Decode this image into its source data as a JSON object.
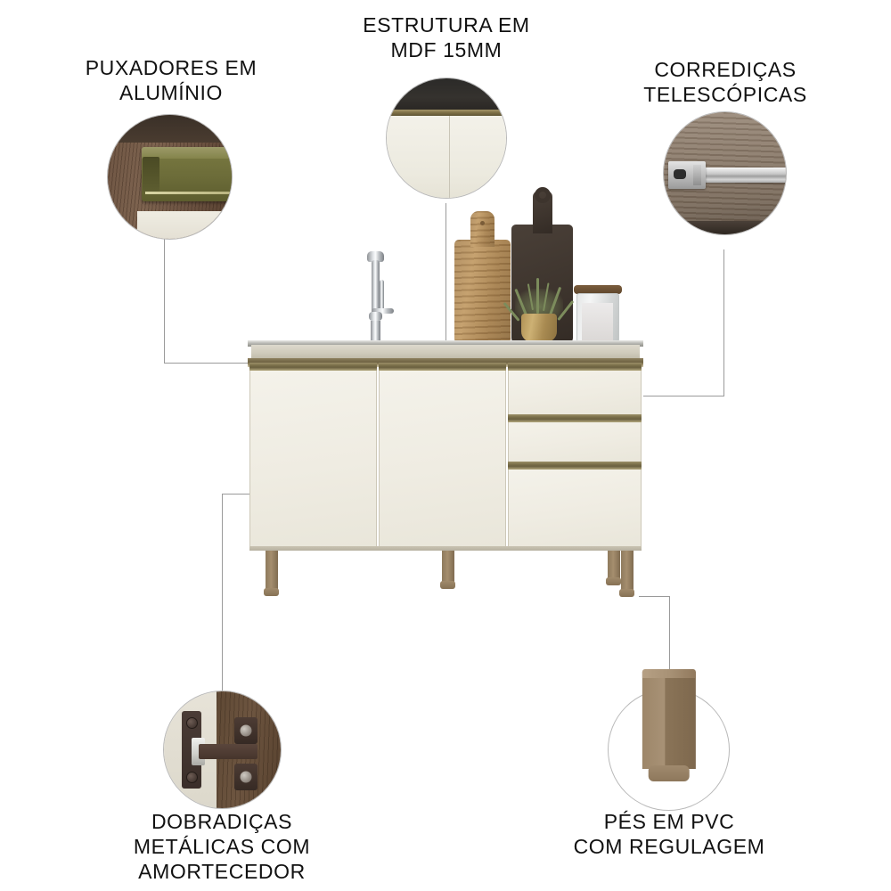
{
  "page": {
    "title": "Balcão de cozinha — destaques do produto",
    "background_color": "#ffffff",
    "text_color": "#111111",
    "line_color": "#9a9a9a",
    "dot_color": "#000000"
  },
  "features": [
    {
      "id": "puxadores",
      "label": "PUXADORES EM\nALUMÍNIO",
      "label_lines": [
        "PUXADORES EM",
        "ALUMÍNIO"
      ],
      "detail_icon": "aluminium-handle-photo",
      "position": "top-left"
    },
    {
      "id": "estrutura",
      "label": "ESTRUTURA EM\nMDF  15MM",
      "label_lines": [
        "ESTRUTURA EM",
        "MDF  15MM"
      ],
      "detail_icon": "mdf-panel-photo",
      "position": "top-center"
    },
    {
      "id": "corredicas",
      "label": "CORREDIÇAS\nTELESCÓPICAS",
      "label_lines": [
        "CORREDIÇAS",
        "TELESCÓPICAS"
      ],
      "detail_icon": "telescopic-slide-photo",
      "position": "top-right"
    },
    {
      "id": "dobradicas",
      "label": "DOBRADIÇAS\nMETÁLICAS COM\nAMORTECEDOR",
      "label_lines": [
        "DOBRADIÇAS",
        "METÁLICAS COM",
        "AMORTECEDOR"
      ],
      "detail_icon": "soft-close-hinge-photo",
      "position": "bottom-left"
    },
    {
      "id": "pes",
      "label": "PÉS EM PVC\nCOM REGULAGEM",
      "label_lines": [
        "PÉS EM PVC",
        "COM REGULAGEM"
      ],
      "detail_icon": "pvc-adjustable-foot-photo",
      "position": "bottom-right"
    }
  ],
  "product": {
    "name": "balcao-de-cozinha",
    "countertop_color": "#cfcabb",
    "door_color": "#f1eee5",
    "handle_color": "#7a6f49",
    "leg_color": "#8e7a5d",
    "doors": 2,
    "drawers": 3,
    "legs": 4,
    "props": [
      {
        "name": "kitchen-faucet",
        "color": "#d5d8db"
      },
      {
        "name": "wooden-cutting-board",
        "color": "#b08d5e"
      },
      {
        "name": "dark-cutting-board",
        "color": "#3d342d"
      },
      {
        "name": "rosemary-plant",
        "color": "#7c8c5c"
      },
      {
        "name": "golden-planter-pot",
        "color": "#b09155"
      },
      {
        "name": "glass-storage-jar",
        "color": "#e2e4e4"
      }
    ]
  }
}
